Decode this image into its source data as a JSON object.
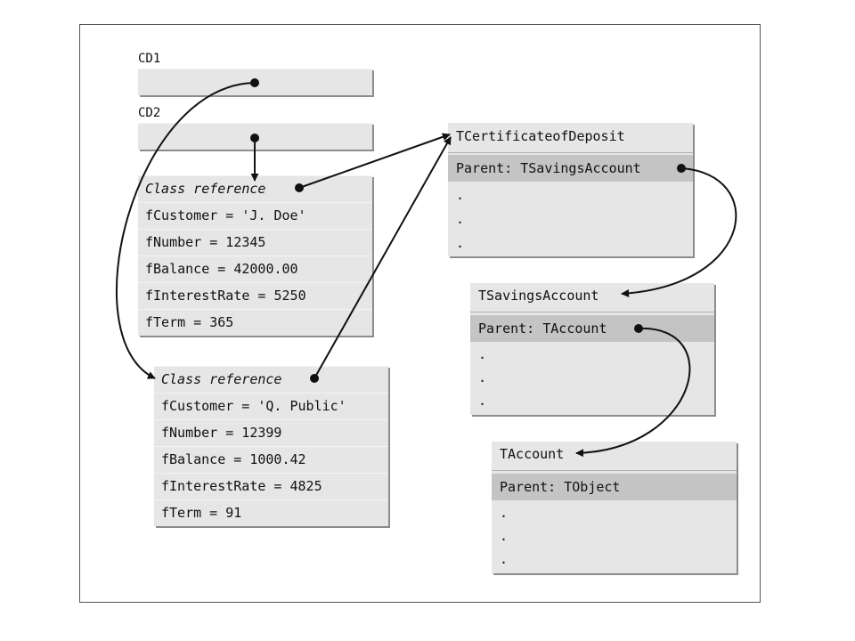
{
  "variables": {
    "cd1_label": "CD1",
    "cd2_label": "CD2"
  },
  "instance1": {
    "class_ref": "Class reference",
    "fields": [
      "fCustomer = 'J. Doe'",
      "fNumber = 12345",
      "fBalance = 42000.00",
      "fInterestRate = 5250",
      "fTerm = 365"
    ]
  },
  "instance2": {
    "class_ref": "Class reference",
    "fields": [
      "fCustomer = 'Q. Public'",
      "fNumber = 12399",
      "fBalance = 1000.42",
      "fInterestRate = 4825",
      "fTerm = 91"
    ]
  },
  "classes": {
    "cd": {
      "name": "TCertificateofDeposit",
      "parent": "Parent: TSavingsAccount",
      "dots": [
        ".",
        ".",
        "."
      ]
    },
    "savings": {
      "name": "TSavingsAccount",
      "parent": "Parent: TAccount",
      "dots": [
        ".",
        ".",
        "."
      ]
    },
    "account": {
      "name": "TAccount",
      "parent": "Parent: TObject",
      "dots": [
        ".",
        ".",
        "."
      ]
    }
  }
}
